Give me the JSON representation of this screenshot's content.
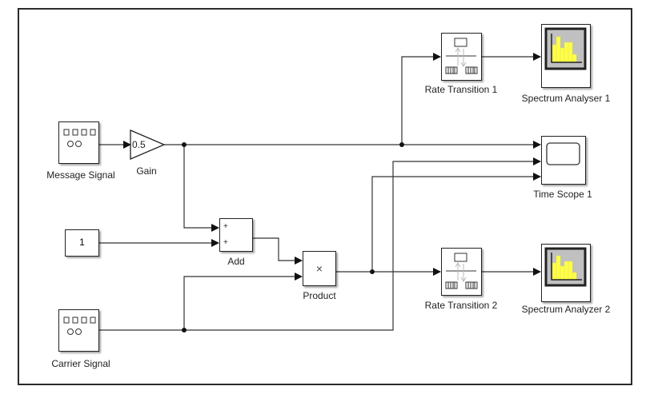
{
  "model": {
    "blocks": {
      "message_signal": {
        "label": "Message Signal"
      },
      "gain": {
        "label": "Gain",
        "value": "0.5"
      },
      "constant": {
        "label": "",
        "value": "1"
      },
      "add": {
        "label": "Add",
        "signs": [
          "+",
          "+"
        ]
      },
      "product": {
        "label": "Product",
        "symbol": "×"
      },
      "carrier_signal": {
        "label": "Carrier Signal"
      },
      "rate_transition_1": {
        "label": "Rate Transition 1"
      },
      "rate_transition_2": {
        "label": "Rate Transition 2"
      },
      "spectrum_analyser_1": {
        "label": "Spectrum Analyser 1"
      },
      "spectrum_analyzer_2": {
        "label": "Spectrum Analyzer 2"
      },
      "time_scope_1": {
        "label": "Time Scope 1"
      }
    },
    "connections": [
      {
        "from": "message_signal",
        "to": "gain"
      },
      {
        "from": "gain",
        "to": "time_scope_1",
        "port": 1
      },
      {
        "from": "gain",
        "to": "rate_transition_1"
      },
      {
        "from": "gain",
        "to": "add",
        "port": 1
      },
      {
        "from": "constant",
        "to": "add",
        "port": 2
      },
      {
        "from": "add",
        "to": "product",
        "port": 1
      },
      {
        "from": "carrier_signal",
        "to": "product",
        "port": 2
      },
      {
        "from": "carrier_signal",
        "to": "time_scope_1",
        "port": 2
      },
      {
        "from": "product",
        "to": "time_scope_1",
        "port": 3
      },
      {
        "from": "product",
        "to": "rate_transition_2"
      },
      {
        "from": "rate_transition_1",
        "to": "spectrum_analyser_1"
      },
      {
        "from": "rate_transition_2",
        "to": "spectrum_analyzer_2"
      }
    ],
    "colors": {
      "line": "#333333",
      "spectrum_bars": "#ffff44",
      "spectrum_bg": "#c0c0c0",
      "rate_arrow": "#bbbbbb"
    }
  }
}
